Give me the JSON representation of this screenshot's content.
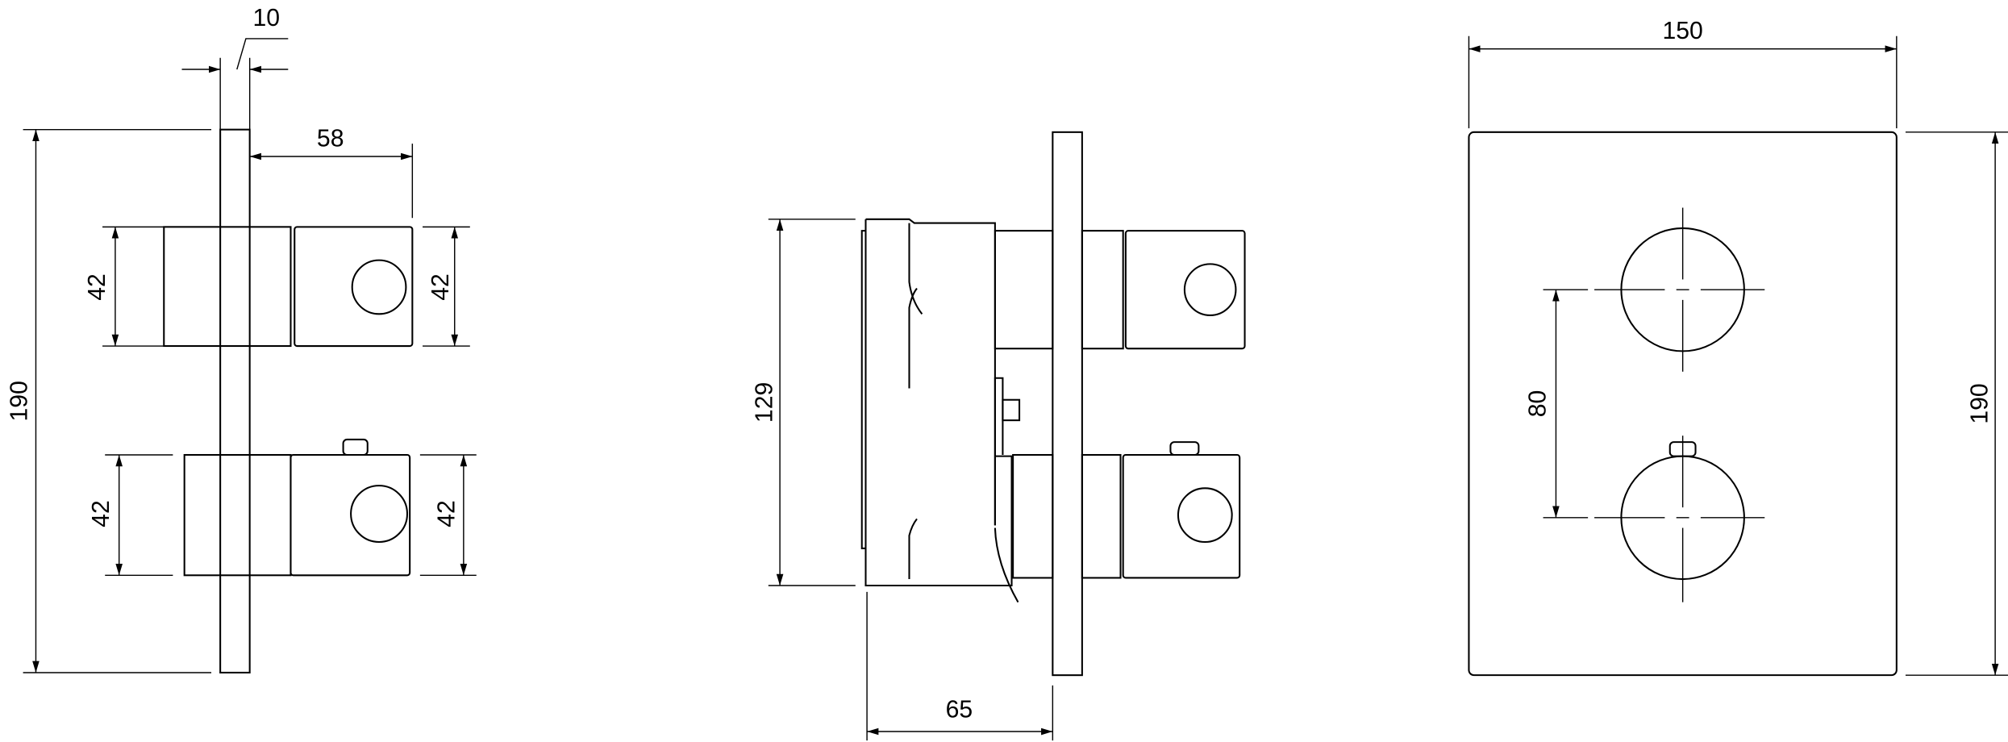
{
  "views": {
    "side": {
      "dim_plate_thickness": "10",
      "dim_knob_depth": "58",
      "dim_knob_top_left": "42",
      "dim_knob_top_right": "42",
      "dim_knob_bottom_left": "42",
      "dim_knob_bottom_right": "42",
      "dim_height": "190"
    },
    "section": {
      "dim_body_height": "129",
      "dim_body_depth": "65"
    },
    "front": {
      "dim_width": "150",
      "dim_height": "190",
      "dim_knob_spacing": "80"
    }
  }
}
